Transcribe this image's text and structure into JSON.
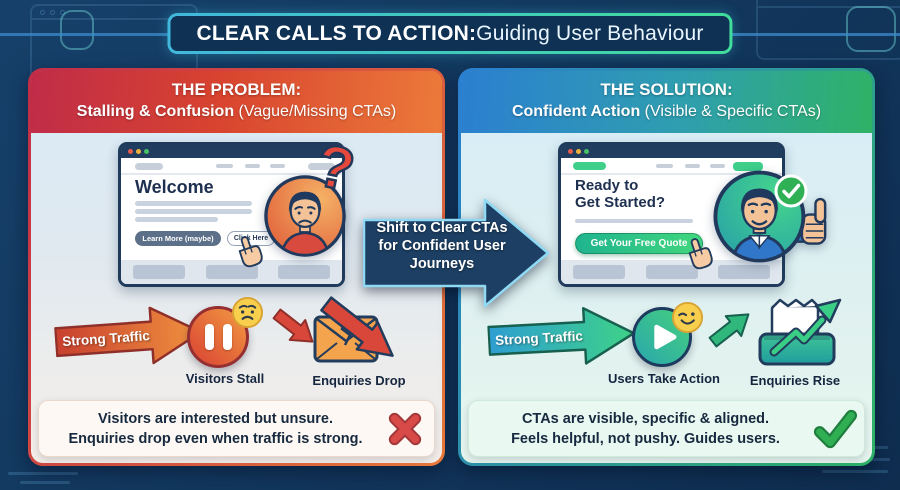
{
  "title": {
    "strong": "CLEAR CALLS TO ACTION:",
    "rest": " Guiding User Behaviour"
  },
  "transition": {
    "lines": [
      "Shift to Clear CTAs",
      "for Confident User",
      "Journeys"
    ]
  },
  "problem": {
    "header": {
      "line1": "THE PROBLEM:",
      "strong2": "Stalling & Confusion",
      "rest2": " (Vague/Missing CTAs)"
    },
    "mock": {
      "heading": "Welcome",
      "btn_primary": "Learn More (maybe)",
      "btn_secondary": "Click Here"
    },
    "flow": {
      "traffic": "Strong Traffic",
      "step1": "Visitors Stall",
      "step2": "Enquiries Drop"
    },
    "summary": {
      "line1": "Visitors are interested but unsure.",
      "line2": "Enquiries drop even when traffic is strong."
    }
  },
  "solution": {
    "header": {
      "line1": "THE SOLUTION:",
      "strong2": "Confident Action",
      "rest2": " (Visible & Specific CTAs)"
    },
    "mock": {
      "heading1": "Ready to",
      "heading2": "Get Started?",
      "cta": "Get Your Free Quote"
    },
    "flow": {
      "traffic": "Strong Traffic",
      "step1": "Users Take Action",
      "step2": "Enquiries Rise"
    },
    "summary": {
      "line1": "CTAs are visible, specific & aligned.",
      "line2": "Feels helpful, not pushy. Guides users."
    }
  },
  "icons": {
    "question": "?",
    "cross": "✕",
    "check": "✓",
    "pause": "⏸",
    "play": "▶",
    "pointer": "👆",
    "thumbs_up": "👍",
    "worried_face": "🙁",
    "wink_face": "😉",
    "broken_envelope": "✉",
    "inbox_rising": "📥"
  },
  "colors": {
    "background_navy": "#12375d",
    "problem_accent": "#d8432f",
    "solution_accent": "#2fb266",
    "cross_red": "#d84a47",
    "check_green": "#2fae52",
    "cta_green": "#2fc486",
    "navy_ink": "#1d3a5f"
  }
}
